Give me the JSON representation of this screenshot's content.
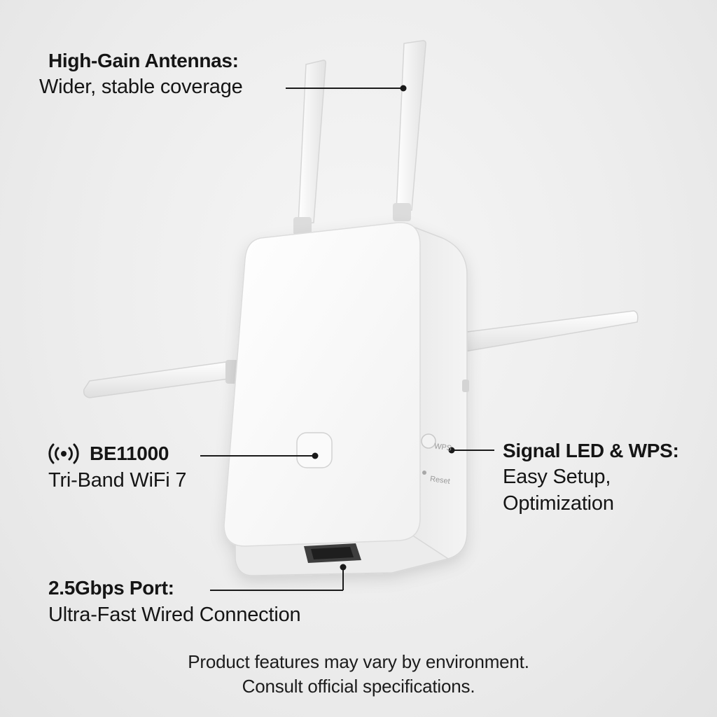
{
  "callouts": {
    "antennas": {
      "title": "High-Gain Antennas:",
      "desc": "Wider, stable coverage"
    },
    "band": {
      "title": "BE11000",
      "desc": "Tri-Band WiFi 7",
      "icon": "wifi-signal-icon"
    },
    "led": {
      "title": "Signal LED & WPS:",
      "desc_line1": "Easy Setup,",
      "desc_line2": "Optimization"
    },
    "port": {
      "title": "2.5Gbps Port:",
      "desc": "Ultra-Fast Wired Connection"
    }
  },
  "device": {
    "wps_label": "WPS",
    "reset_label": "Reset"
  },
  "disclaimer": {
    "line1": "Product features may vary by environment.",
    "line2": "Consult official specifications."
  }
}
